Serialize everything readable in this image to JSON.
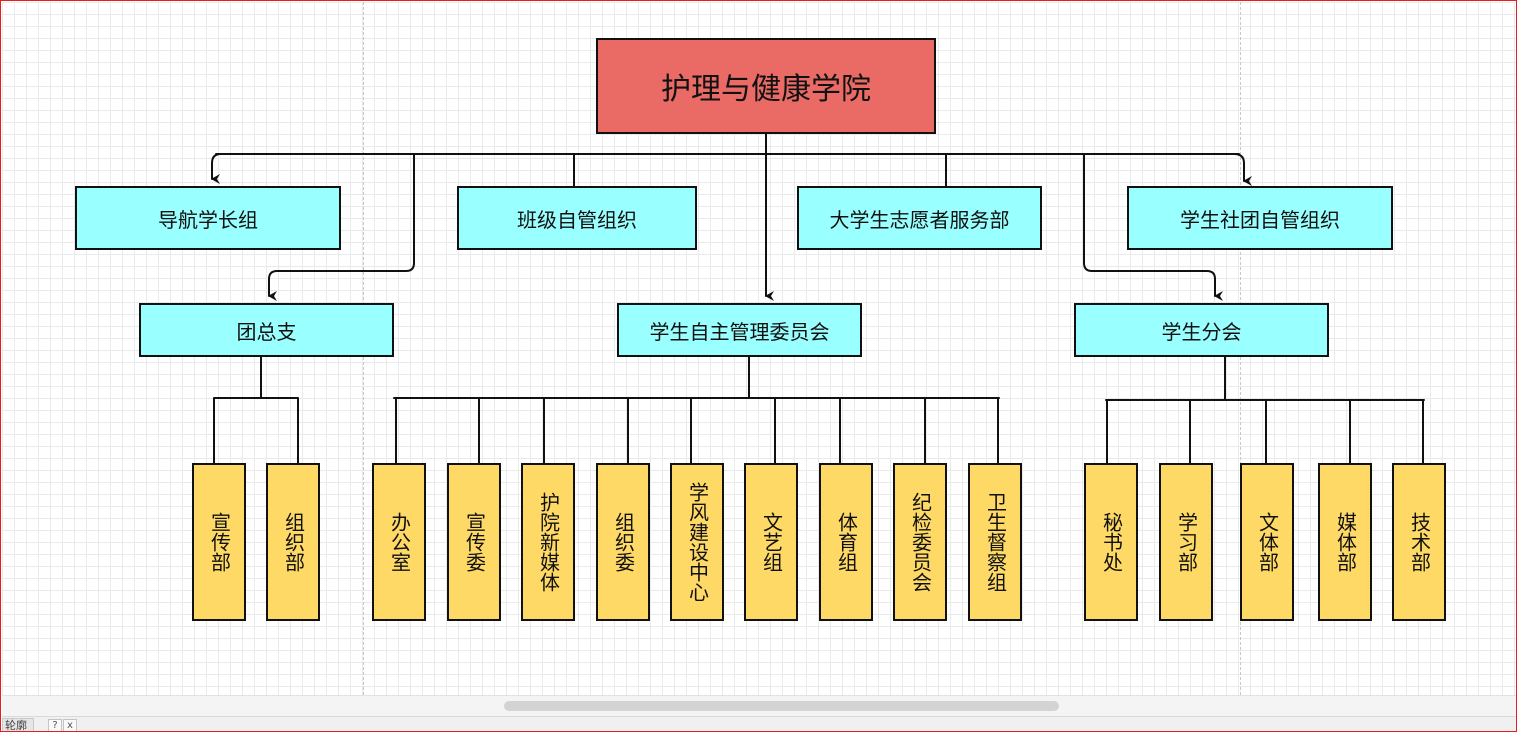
{
  "diagram": {
    "root": "护理与健康学院",
    "top_row": [
      "导航学长组",
      "班级自管组织",
      "大学生志愿者服务部",
      "学生社团自管组织"
    ],
    "branches": {
      "league": {
        "label": "团总支",
        "children": [
          "宣传部",
          "组织部"
        ]
      },
      "committee": {
        "label": "学生自主管理委员会",
        "children": [
          "办公室",
          "宣传委",
          "护院新媒体",
          "组织委",
          "学风建设中心",
          "文艺组",
          "体育组",
          "纪检委员会",
          "卫生督察组"
        ]
      },
      "branch_union": {
        "label": "学生分会",
        "children": [
          "秘书处",
          "学习部",
          "文体部",
          "媒体部",
          "技术部"
        ]
      }
    },
    "colors": {
      "root_fill": "#ea6b66",
      "level_fill": "#99ffff",
      "leaf_fill": "#ffd966",
      "stroke": "#111111"
    }
  },
  "statusbar": {
    "page_tab": "轮廓",
    "help_icon": "?",
    "close_icon": "x"
  }
}
